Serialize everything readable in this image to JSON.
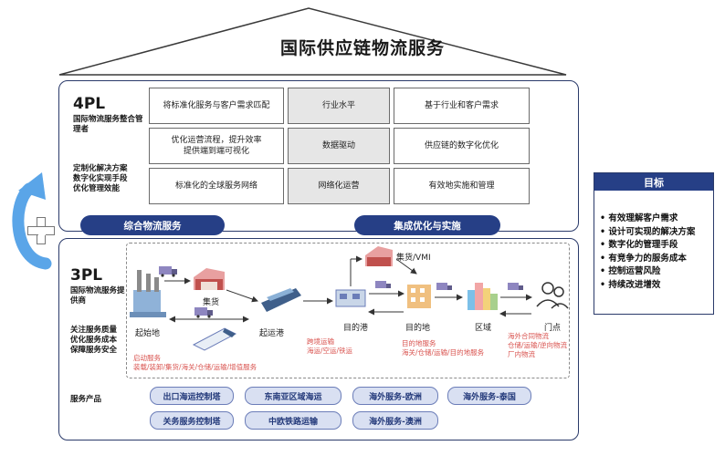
{
  "title": "国际供应链物流服务",
  "pl4": {
    "title": "4PL",
    "subtitle": "国际物流服务整合管理者",
    "desc": [
      "定制化解决方案",
      "数字化实现手段",
      "优化管理效能"
    ],
    "rows": [
      [
        "将标准化服务与客户需求匹配",
        "行业水平",
        "基于行业和客户需求"
      ],
      [
        "优化运营流程，提升效率\n提供端到端可视化",
        "数据驱动",
        "供应链的数字化优化"
      ],
      [
        "标准化的全球服务网络",
        "网络化运营",
        "有效地实施和管理"
      ]
    ]
  },
  "pills": {
    "left": "综合物流服务",
    "right": "集成优化与实施"
  },
  "pl3": {
    "title": "3PL",
    "subtitle": "国际物流服务提供商",
    "desc": [
      "关注服务质量",
      "优化服务成本",
      "保障服务安全"
    ],
    "products_label": "服务产品"
  },
  "nodes": {
    "origin": "起始地",
    "consolidation": "集货",
    "departure_port": "起运港",
    "destination_port": "目的港",
    "vmi": "集货/VMI",
    "destination": "目的地",
    "region": "区域",
    "store": "门点"
  },
  "red_notes": {
    "origin": [
      "启动服务",
      "装载/装卸/集货/海关/仓储/运输/增值服务"
    ],
    "cross": [
      "跨境运输",
      "海运/空运/铁运"
    ],
    "dest": [
      "目的地服务",
      "海关/仓储/运输/目的地服务"
    ],
    "overseas": [
      "海外合同物流",
      "仓储/运输/逆向物流",
      "厂内物流"
    ]
  },
  "products": [
    "出口海运控制塔",
    "东南亚区域海运",
    "海外服务-欧洲",
    "海外服务-泰国",
    "关务服务控制塔",
    "中欧铁路运输",
    "海外服务-澳洲"
  ],
  "goals": {
    "title": "目标",
    "items": [
      "有效理解客户需求",
      "设计可实现的解决方案",
      "数字化的管理手段",
      "有竞争力的服务成本",
      "控制运营风险",
      "持续改进增效"
    ]
  },
  "colors": {
    "navy": "#263f86",
    "accent_blue": "#5aa5e8",
    "red_note": "#d9534f"
  }
}
